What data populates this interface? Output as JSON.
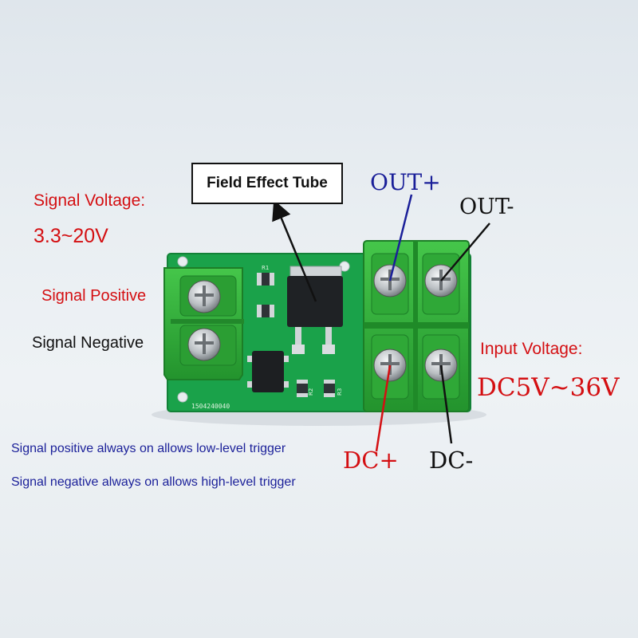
{
  "labels": {
    "signal_voltage_title": "Signal Voltage:",
    "signal_voltage_value": "3.3~20V",
    "signal_positive": "Signal Positive",
    "signal_negative": "Signal Negative",
    "field_effect_tube": "Field Effect Tube",
    "out_plus": "OUT+",
    "out_minus": "OUT-",
    "input_voltage_title": "Input Voltage:",
    "input_voltage_value": "DC5V~36V",
    "dc_plus": "DC+",
    "dc_minus": "DC-",
    "note_low_level": "Signal positive always on allows low-level trigger",
    "note_high_level": "Signal negative always on allows high-level trigger"
  },
  "pcb": {
    "board_code": "1504240040",
    "resistor_labels": [
      "R1",
      "R2",
      "R3"
    ]
  },
  "colors": {
    "pcb_green": "#1aa24a",
    "terminal_green": "#34b83c",
    "red_text": "#d40f12",
    "blue_text": "#1a1f99"
  }
}
